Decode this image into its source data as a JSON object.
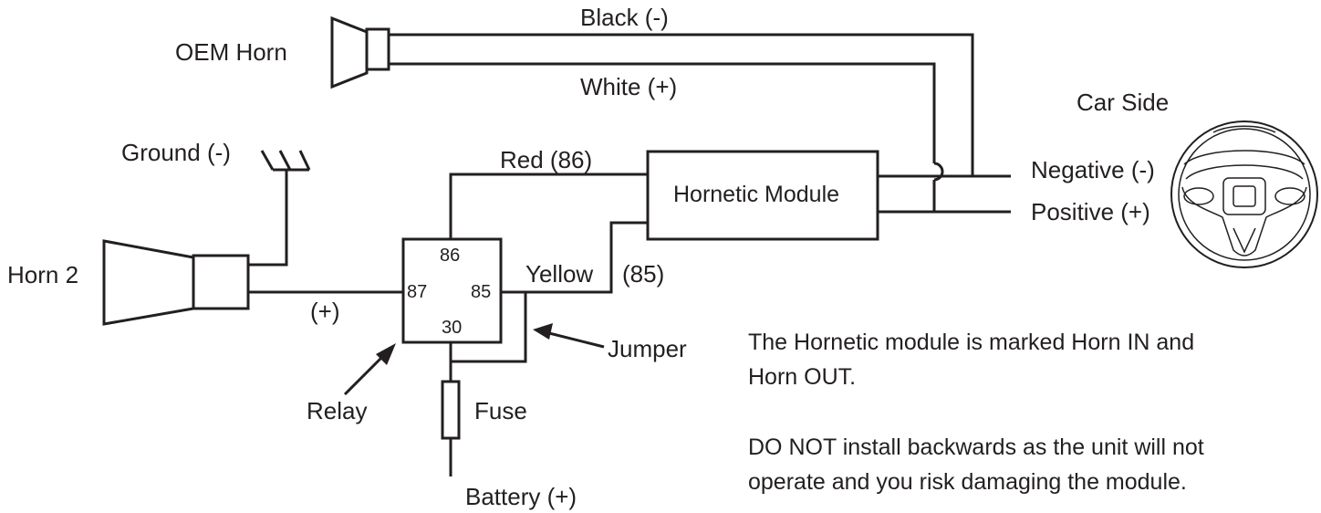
{
  "labels": {
    "oem_horn": "OEM Horn",
    "black_wire": "Black  (-)",
    "white_wire": "White  (+)",
    "car_side": "Car Side",
    "ground": "Ground (-)",
    "red_wire": "Red (86)",
    "module": "Hornetic Module",
    "negative": "Negative (-)",
    "positive": "Positive (+)",
    "horn2": "Horn 2",
    "pin86": "86",
    "pin87": "87",
    "pin85": "85",
    "pin30": "30",
    "yellow_wire": "Yellow",
    "yellow_pin": "(85)",
    "horn2_plus": "(+)",
    "jumper": "Jumper",
    "relay": "Relay",
    "fuse": "Fuse",
    "battery": "Battery (+)"
  },
  "notes": [
    "The Hornetic module is marked Horn IN and",
    "Horn OUT.",
    "DO NOT install backwards as the unit will not",
    "operate and you risk damaging the module."
  ],
  "colors": {
    "ink": "#231f20",
    "background": "#ffffff"
  },
  "icons": [
    "oem-horn-icon",
    "horn2-icon",
    "ground-symbol-icon",
    "relay-box",
    "fuse-icon",
    "steering-wheel-icon",
    "arrow-icon"
  ]
}
